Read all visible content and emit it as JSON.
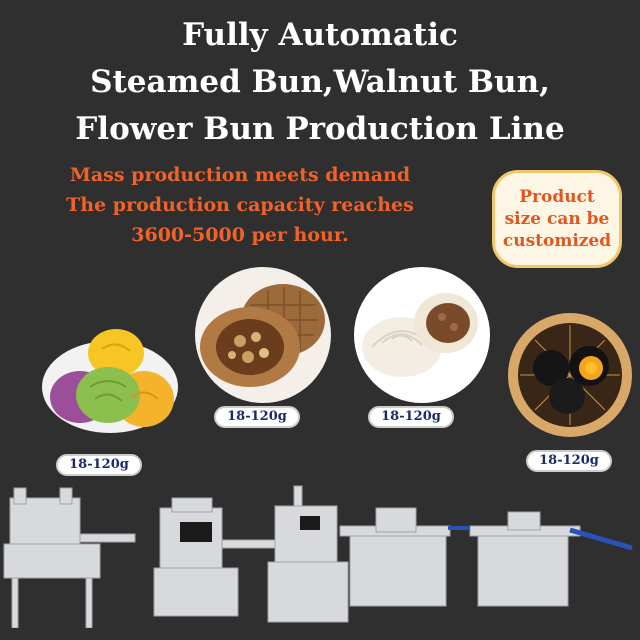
{
  "title": {
    "line1": "Fully Automatic",
    "line2": "Steamed Bun,Walnut Bun,",
    "line3": "Flower Bun Production Line"
  },
  "subtitle": {
    "line1": "Mass production meets demand",
    "line2": "The production capacity reaches",
    "line3": "3600-5000 per hour."
  },
  "custom_badge": {
    "line1": "Product",
    "line2": "size can be",
    "line3": "customized"
  },
  "products": [
    {
      "name": "colorful-flower-buns",
      "weight": "18-120g"
    },
    {
      "name": "walnut-bun",
      "weight": "18-120g"
    },
    {
      "name": "steamed-bun",
      "weight": "18-120g"
    },
    {
      "name": "black-lava-bun",
      "weight": "18-120g"
    }
  ],
  "colors": {
    "background": "#2f2f2f",
    "title": "#ffffff",
    "accent": "#f0622a",
    "badge_bg": "#fdf6e4",
    "badge_border": "#f2c76b",
    "weight_text": "#1b2a6b"
  }
}
